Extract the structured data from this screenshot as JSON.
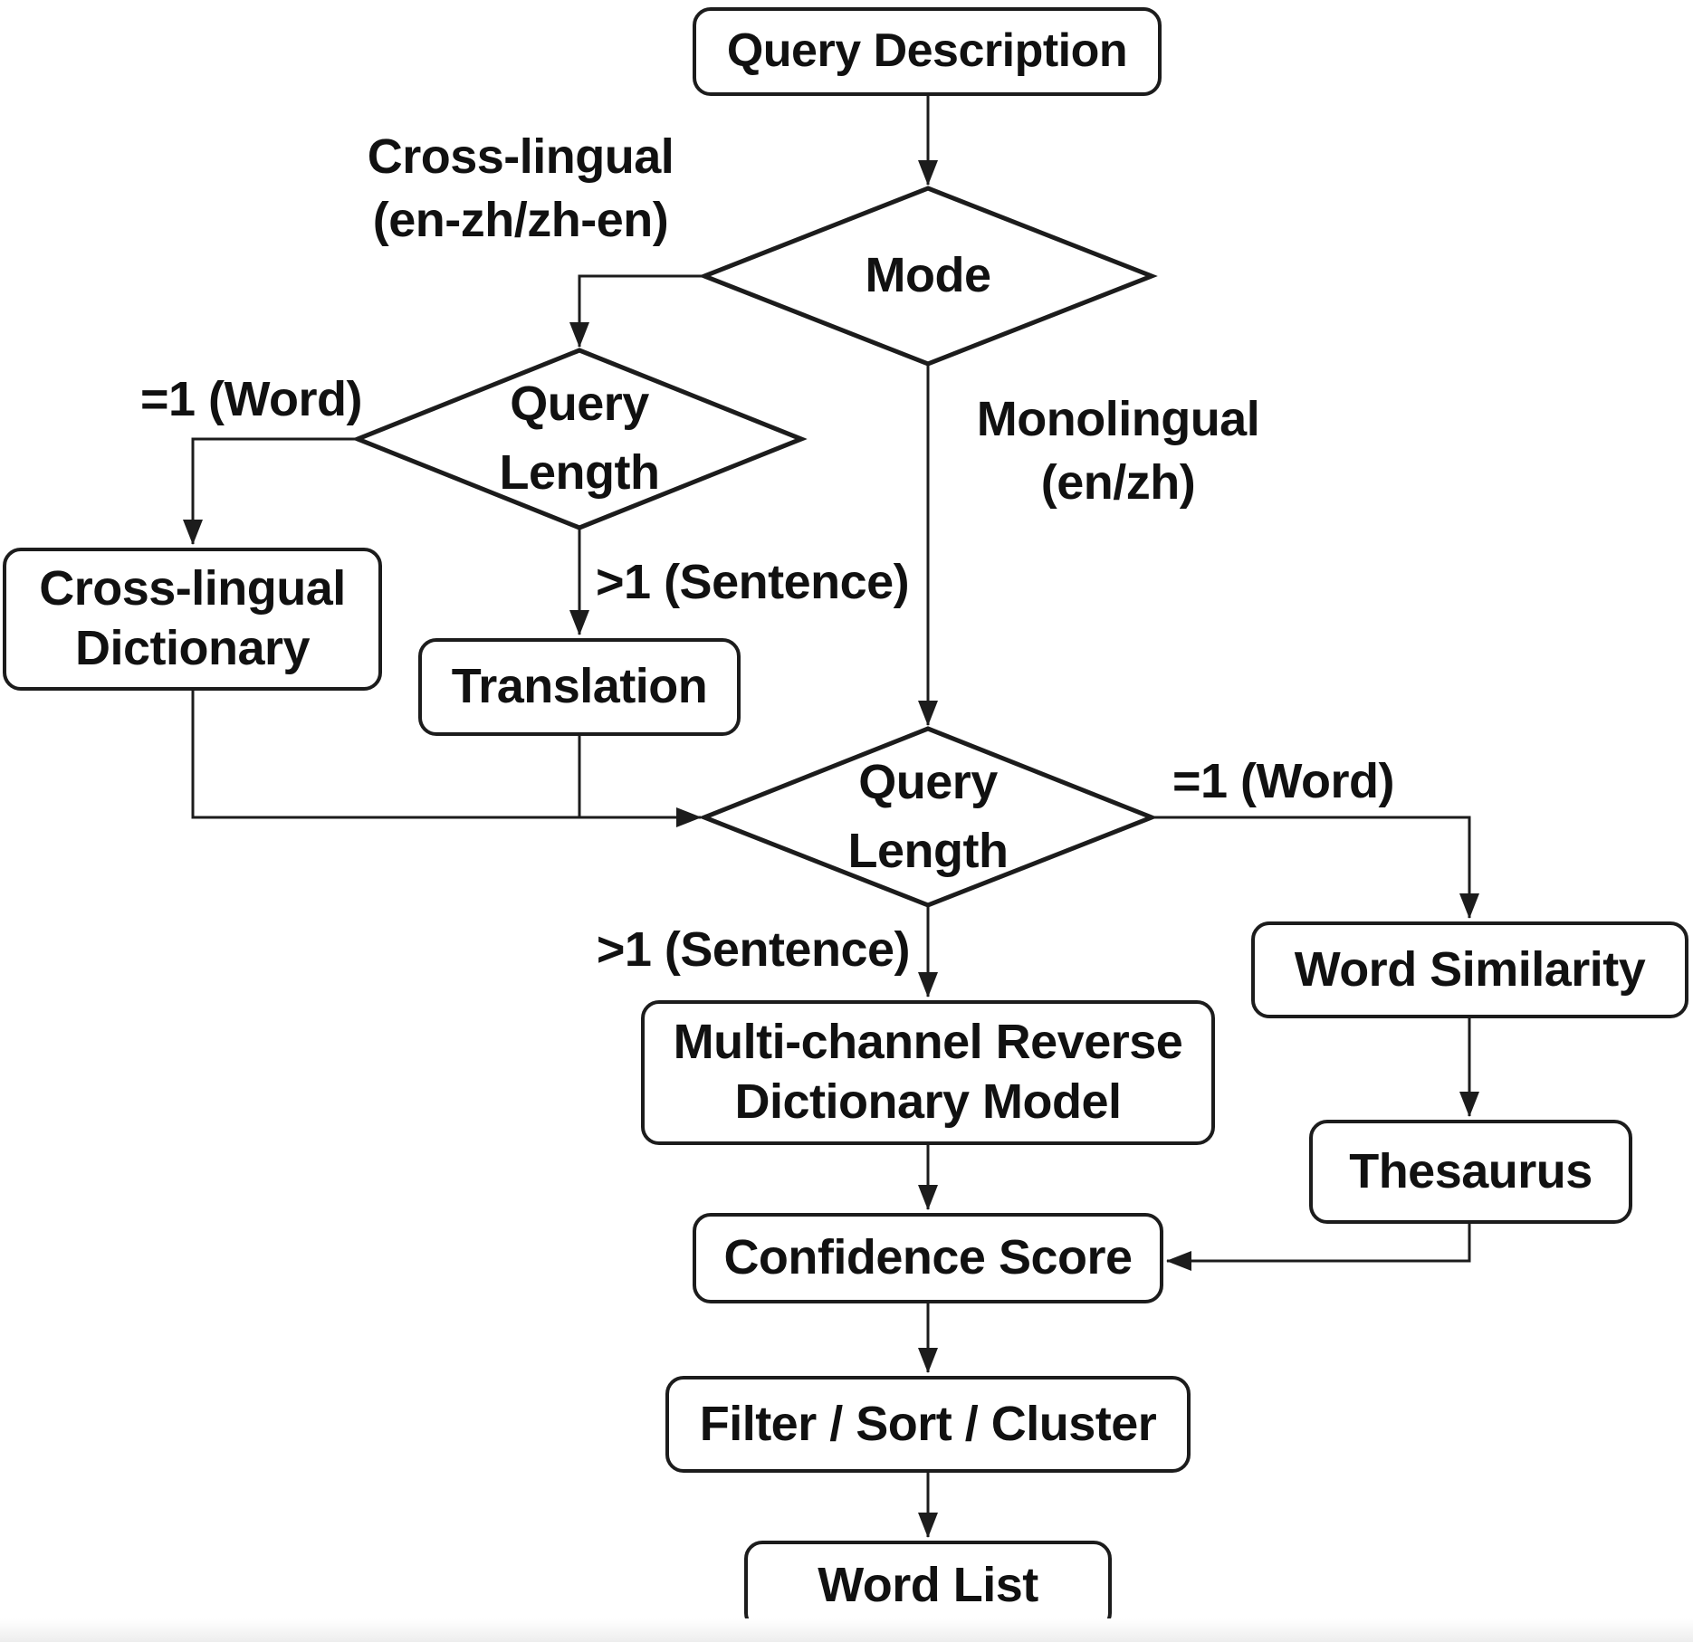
{
  "nodes": {
    "query_description": "Query Description",
    "mode": "Mode",
    "query_length_cross": "Query\nLength",
    "cross_lingual_dictionary": "Cross-lingual\nDictionary",
    "translation": "Translation",
    "query_length_mono": "Query\nLength",
    "multi_channel_model": "Multi-channel Reverse\nDictionary Model",
    "word_similarity": "Word Similarity",
    "thesaurus": "Thesaurus",
    "confidence_score": "Confidence Score",
    "filter_sort_cluster": "Filter / Sort / Cluster",
    "word_list": "Word List"
  },
  "edge_labels": {
    "mode_cross": "Cross-lingual\n(en-zh/zh-en)",
    "mode_mono": "Monolingual\n(en/zh)",
    "ql_cross_word": "=1 (Word)",
    "ql_cross_sentence": ">1 (Sentence)",
    "ql_mono_sentence": ">1 (Sentence)",
    "ql_mono_word": "=1 (Word)"
  },
  "colors": {
    "stroke": "#1c1c1c",
    "background": "#ffffff"
  }
}
